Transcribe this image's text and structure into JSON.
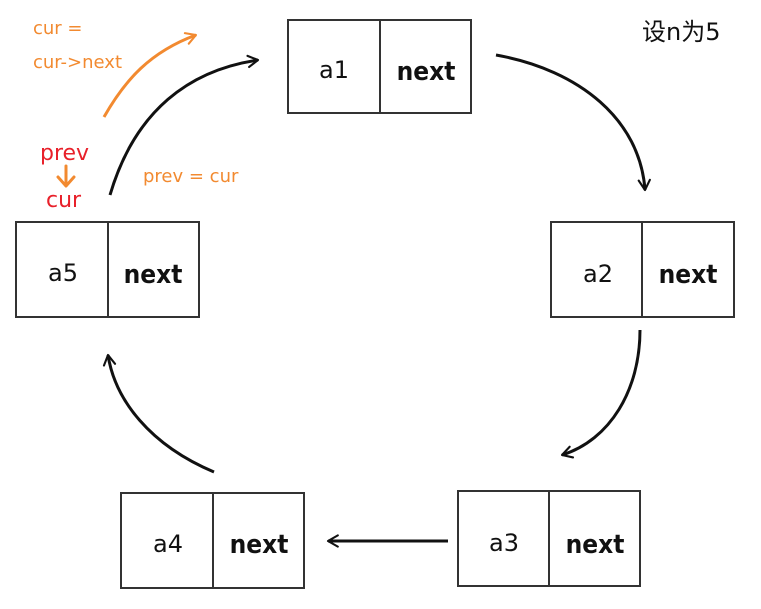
{
  "title": "设n为5",
  "nodes": [
    {
      "value": "a1",
      "next": "next"
    },
    {
      "value": "a2",
      "next": "next"
    },
    {
      "value": "a3",
      "next": "next"
    },
    {
      "value": "a4",
      "next": "next"
    },
    {
      "value": "a5",
      "next": "next"
    }
  ],
  "annotations": {
    "cur_eq": "cur =",
    "cur_next": "cur->next",
    "prev_label": "prev",
    "cur_label": "cur",
    "prev_eq_cur": "prev = cur"
  },
  "colors": {
    "orange": "#f28a30",
    "red": "#e8202a",
    "stroke": "#111111"
  }
}
